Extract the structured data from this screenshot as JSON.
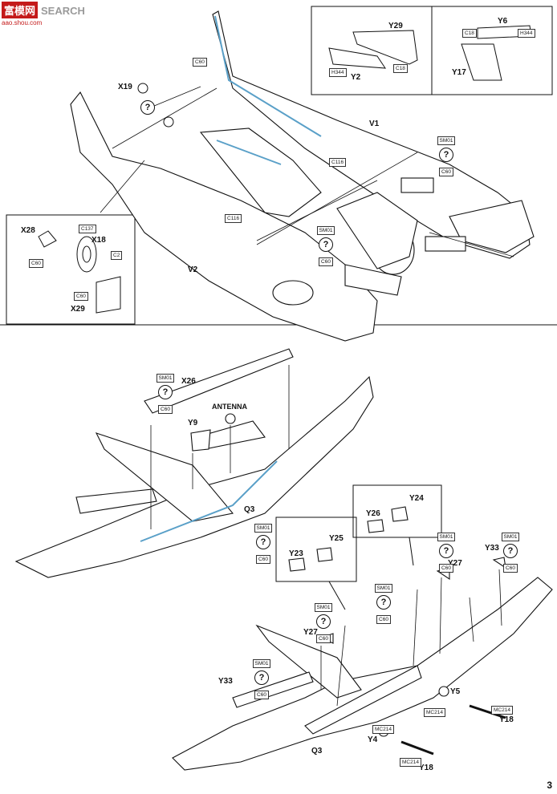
{
  "watermark": {
    "logo": "富模网",
    "search": "SEARCH",
    "site": "aao.shou.com"
  },
  "page_number": "3",
  "colors": {
    "line": "#111111",
    "accent": "#5aa0c8",
    "shade": "#d8d8d8"
  },
  "top": {
    "labels": {
      "x19": "X19",
      "v1": "V1",
      "v2": "V2",
      "y29": "Y29",
      "y2": "Y2",
      "y6": "Y6",
      "y17": "Y17",
      "x28": "X28",
      "x18": "X18",
      "x29": "X29"
    },
    "codes": {
      "c60_tail": "C60",
      "c116_a": "C116",
      "c116_b": "C116",
      "h344_a": "H344",
      "c18_a": "C18",
      "c18_b": "C18",
      "h344_b": "H344",
      "c137": "C137",
      "c2": "C2",
      "c60_x28": "C60",
      "c60_x29": "C60"
    },
    "paint_refs": [
      {
        "sm": "SM01",
        "c": "C60"
      },
      {
        "sm": "SM01",
        "c": "C60"
      }
    ]
  },
  "mid": {
    "labels": {
      "x26": "X26",
      "y9": "Y9",
      "antenna": "ANTENNA",
      "q3": "Q3"
    },
    "paint_refs": [
      {
        "sm": "SM01",
        "c": "C60"
      },
      {
        "sm": "SM01",
        "c": "C60"
      }
    ]
  },
  "bottom": {
    "labels": {
      "y24": "Y24",
      "y26": "Y26",
      "y25": "Y25",
      "y23": "Y23",
      "y33_a": "Y33",
      "y27_a": "Y27",
      "y27_b": "Y27",
      "y33_b": "Y33",
      "y5": "Y5",
      "y18_a": "Y18",
      "y4": "Y4",
      "y18_b": "Y18",
      "q3": "Q3"
    },
    "codes": {
      "mc214_a": "MC214",
      "mc214_b": "MC214",
      "mc214_c": "MC214"
    },
    "paint_refs": [
      {
        "sm": "SM01",
        "c": "C60"
      },
      {
        "sm": "SM01",
        "c": "C60"
      },
      {
        "sm": "SM01",
        "c": "C60"
      },
      {
        "sm": "SM01",
        "c": "C60"
      },
      {
        "sm": "SM01",
        "c": "C60"
      }
    ]
  }
}
